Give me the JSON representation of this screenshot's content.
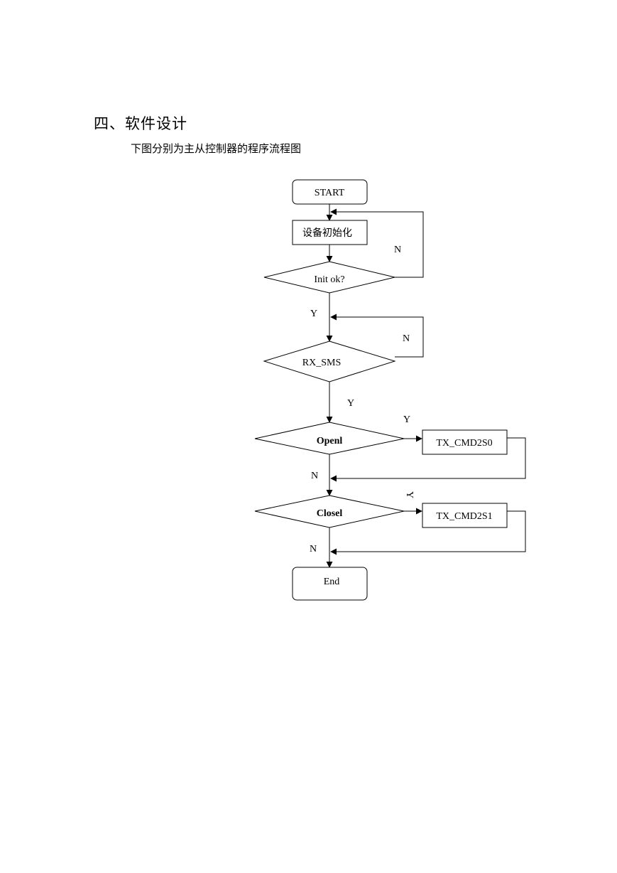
{
  "section": {
    "heading": "四、软件设计",
    "intro": "下图分别为主从控制器的程序流程图"
  },
  "flowchart": {
    "nodes": {
      "start": "START",
      "init": "设备初始化",
      "init_check": "Init ok?",
      "rx_sms": "RX_SMS",
      "open": "Openl",
      "tx_open": "TX_CMD2S0",
      "close": "Closel",
      "tx_close": "TX_CMD2S1",
      "end": "End"
    },
    "edge_labels": {
      "init_no": "N",
      "init_yes": "Y",
      "rx_no": "N",
      "rx_yes": "Y",
      "open_yes": "Y",
      "open_no": "N",
      "close_yes": "Y",
      "close_no": "N"
    }
  }
}
